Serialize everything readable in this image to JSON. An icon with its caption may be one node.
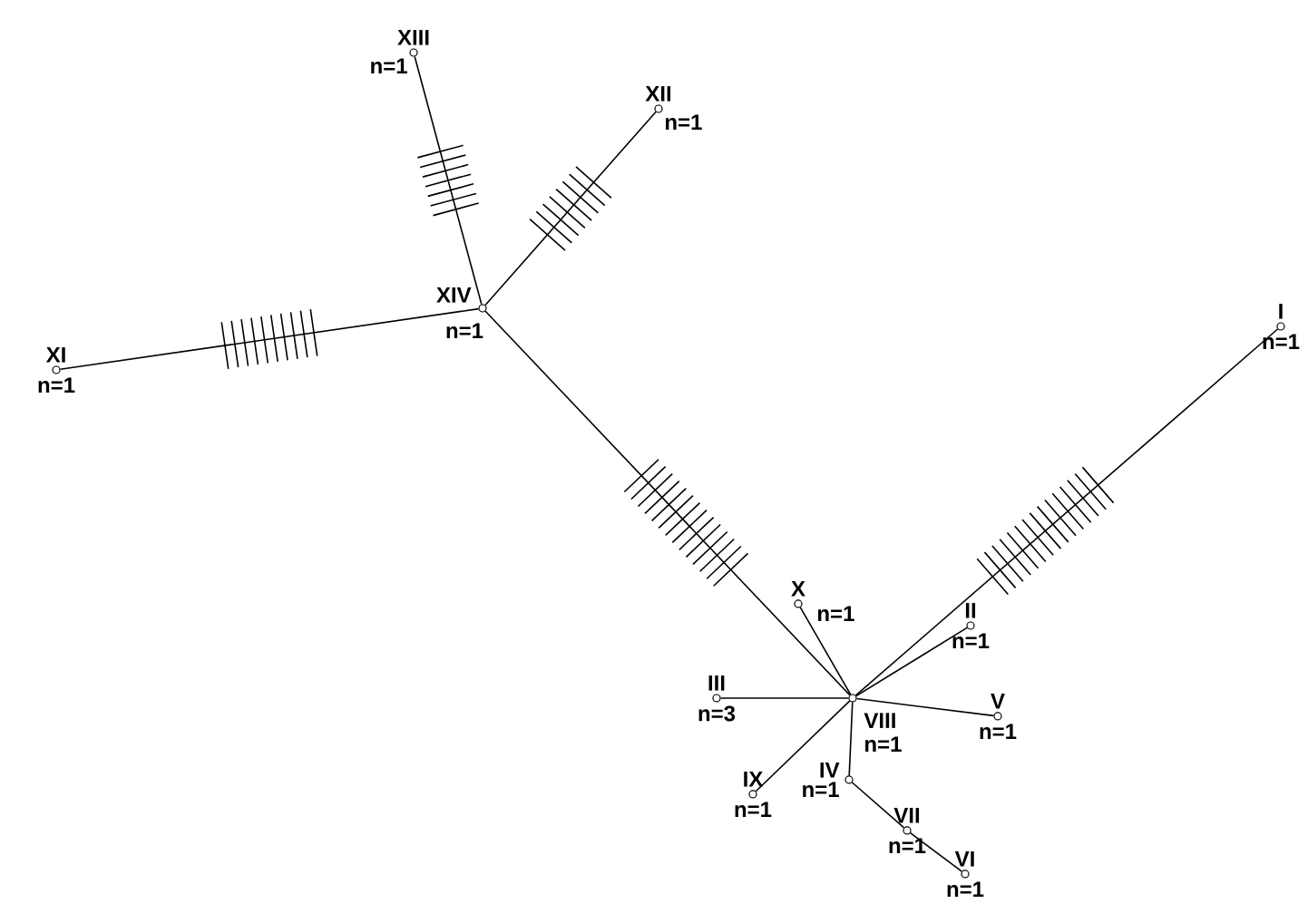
{
  "diagram": {
    "nodes": [
      {
        "text": [
          "I",
          "n=1"
        ]
      },
      {
        "text": [
          "II",
          "n=1"
        ]
      },
      {
        "text": [
          "III",
          "n=3"
        ]
      },
      {
        "text": [
          "IV",
          "n=1"
        ]
      },
      {
        "text": [
          "V",
          "n=1"
        ]
      },
      {
        "text": [
          "VI",
          "n=1"
        ]
      },
      {
        "text": [
          "VII",
          "n=1"
        ]
      },
      {
        "text": [
          "VIII",
          "n=1"
        ]
      },
      {
        "text": [
          "IX",
          "n=1"
        ]
      },
      {
        "text": [
          "X",
          "n=1"
        ]
      },
      {
        "text": [
          "XI",
          "n=1"
        ]
      },
      {
        "text": [
          "XII",
          "n=1"
        ]
      },
      {
        "text": [
          "XIII",
          "n=1"
        ]
      },
      {
        "text": [
          "XIV",
          "n=1"
        ]
      }
    ],
    "edges": [
      {
        "from": 7,
        "to": 0,
        "arrow": "none"
      },
      {
        "from": 7,
        "to": 13,
        "arrow": "none"
      },
      {
        "from": 13,
        "to": 10,
        "arrow": "none"
      },
      {
        "from": 13,
        "to": 11,
        "arrow": "none"
      },
      {
        "from": 13,
        "to": 12,
        "arrow": "none"
      },
      {
        "from": 7,
        "to": 9,
        "arrow": "none"
      },
      {
        "from": 7,
        "to": 1,
        "arrow": "none"
      },
      {
        "from": 7,
        "to": 2,
        "arrow": "none"
      },
      {
        "from": 7,
        "to": 4,
        "arrow": "none"
      },
      {
        "from": 7,
        "to": 8,
        "arrow": "none"
      },
      {
        "from": 7,
        "to": 3,
        "arrow": "none"
      },
      {
        "from": 3,
        "to": 6,
        "arrow": "none"
      },
      {
        "from": 6,
        "to": 5,
        "arrow": "none"
      }
    ]
  }
}
